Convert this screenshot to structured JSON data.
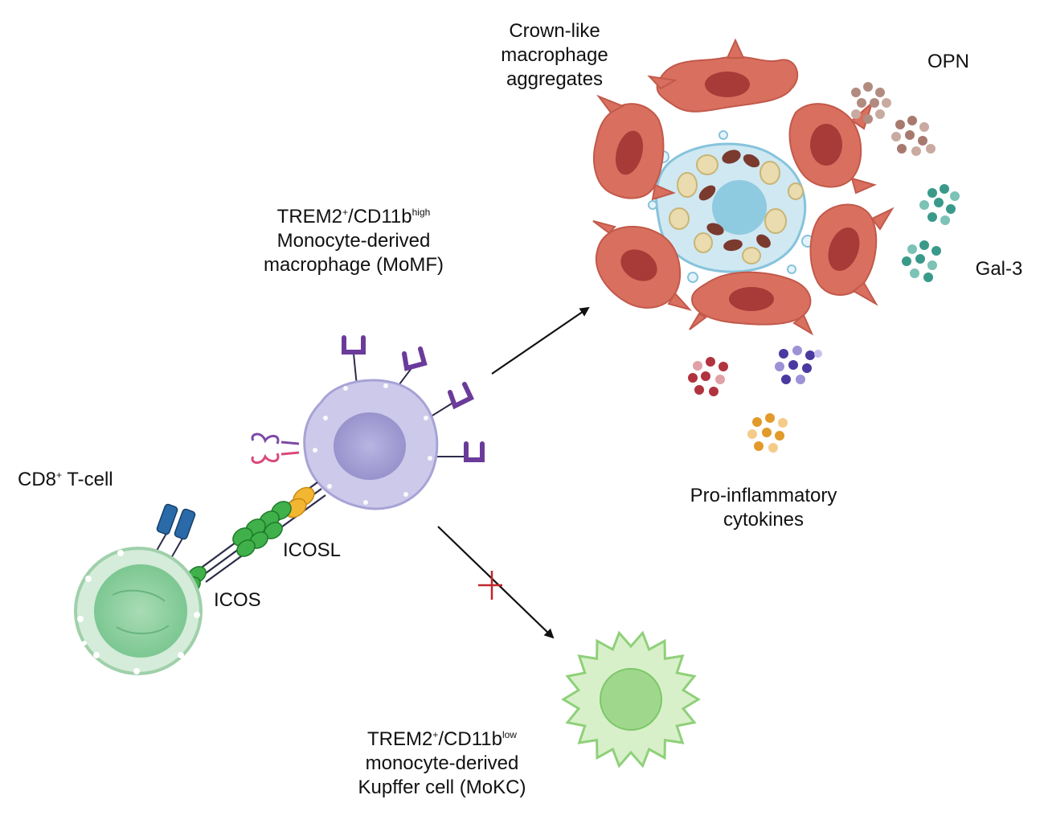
{
  "labels": {
    "crown_line1": "Crown-like",
    "crown_line2": "macrophage",
    "crown_line3": "aggregates",
    "opn": "OPN",
    "gal3": "Gal-3",
    "pro_line1": "Pro-inflammatory",
    "pro_line2": "cytokines",
    "momf_line1_base": "TREM2",
    "momf_line1_sup1": "+",
    "momf_line1_mid": "/CD11b",
    "momf_line1_sup2": "high",
    "momf_line2": "Monocyte-derived",
    "momf_line3": "macrophage (MoMF)",
    "cd8_base": "CD8",
    "cd8_sup": "+",
    "cd8_rest": " T-cell",
    "icosl": "ICOSL",
    "icos": "ICOS",
    "mokc_line1_base": "TREM2",
    "mokc_line1_sup1": "+",
    "mokc_line1_mid": "/CD11b",
    "mokc_line1_sup2": "low",
    "mokc_line2": "monocyte-derived",
    "mokc_line3": "Kupffer cell (MoKC)"
  },
  "colors": {
    "macrophage_body": "#d9705f",
    "macrophage_nucleus": "#a83a38",
    "hepatocyte_fluid": "#bfe2ee",
    "hepatocyte_core": "#8fcbe0",
    "lipid_droplet": "#e8d9a8",
    "momf_body": "#c8c5e6",
    "momf_nucleus": "#a7a3d6",
    "receptor_purple": "#6b3b9a",
    "tcell_body": "#bfe3c6",
    "tcell_nucleus": "#8fd09f",
    "icos_green": "#3fb04a",
    "icosl_yellow": "#f2b632",
    "tcr_blue": "#2a6aa8",
    "kupffer_outer": "#d8f0c9",
    "kupffer_core": "#9fd88c",
    "inhibit_red": "#c0272d",
    "opn_dots": "#a87a6f",
    "gal3_dots": "#3a9a8a"
  }
}
